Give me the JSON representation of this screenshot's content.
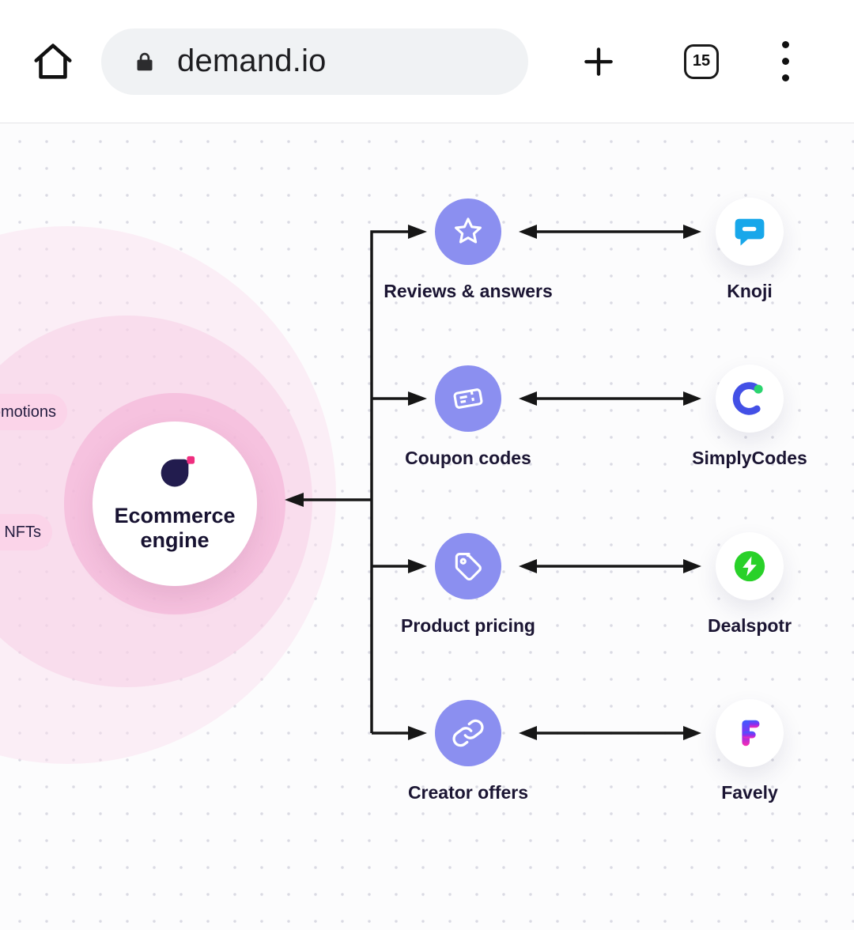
{
  "browser": {
    "url": "demand.io",
    "tab_count": "15"
  },
  "diagram": {
    "center_node": {
      "line1": "Ecommerce",
      "line2": "engine"
    },
    "left_pills": [
      {
        "label": "omotions"
      },
      {
        "label": "NFTs"
      }
    ],
    "rows": [
      {
        "feature": "Reviews & answers",
        "icon": "star-icon",
        "partner": "Knoji"
      },
      {
        "feature": "Coupon codes",
        "icon": "coupon-icon",
        "partner": "SimplyCodes"
      },
      {
        "feature": "Product pricing",
        "icon": "price-tag-icon",
        "partner": "Dealspotr"
      },
      {
        "feature": "Creator offers",
        "icon": "link-icon",
        "partner": "Favely"
      }
    ]
  },
  "colors": {
    "node-purple": "#8b8ff0",
    "pill-pink": "#fbd4e9",
    "arrow-black": "#161616",
    "knoji-blue": "#18a7ea",
    "simplycodes-indigo": "#4350e6",
    "simplycodes-green": "#2bd46f",
    "dealspotr-green": "#29d129",
    "logo-navy": "#221c4e",
    "logo-pink": "#ef2e7f"
  }
}
